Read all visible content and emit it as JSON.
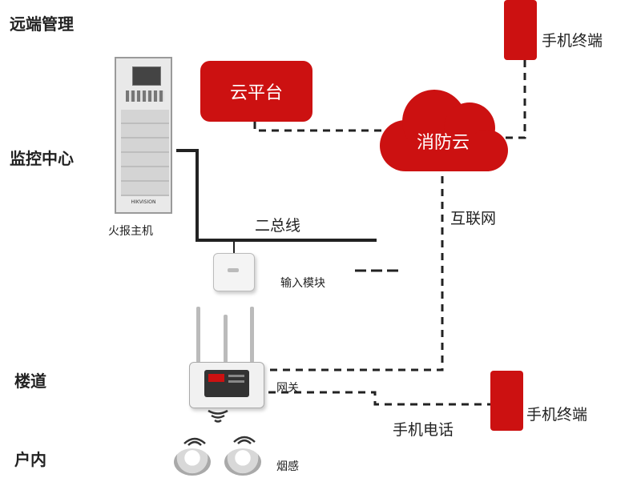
{
  "levels": {
    "remote": "远端管理",
    "monitor": "监控中心",
    "corridor": "楼道",
    "indoor": "户内"
  },
  "nodes": {
    "cloud_platform": "云平台",
    "fire_cloud": "消防云",
    "mobile_terminal_top": "手机终端",
    "mobile_terminal_bottom": "手机终端",
    "fire_host": "火报主机",
    "two_bus": "二总线",
    "input_module": "输入模块",
    "internet": "互联网",
    "gateway": "网关",
    "phone_call": "手机电话",
    "smoke": "烟感"
  },
  "device_text": {
    "host_brand": "HIKVISION"
  },
  "colors": {
    "accent": "#cc1111",
    "line": "#222222"
  }
}
